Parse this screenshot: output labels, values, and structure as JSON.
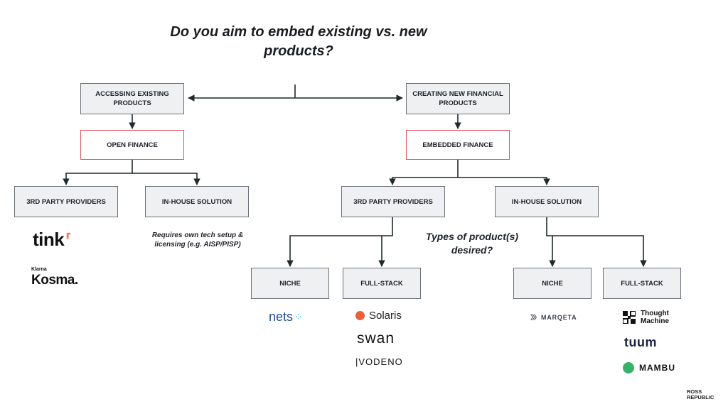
{
  "title": "Do you aim to embed existing vs. new products?",
  "boxes": {
    "accessing_existing": "ACCESSING EXISTING PRODUCTS",
    "creating_new": "CREATING NEW FINANCIAL PRODUCTS",
    "open_finance": "OPEN FINANCE",
    "embedded_finance": "EMBEDDED FINANCE",
    "left_third_party": "3RD PARTY PROVIDERS",
    "left_in_house": "IN-HOUSE SOLUTION",
    "right_third_party": "3RD PARTY PROVIDERS",
    "right_in_house": "IN-HOUSE SOLUTION",
    "niche_a": "NICHE",
    "fullstack_a": "FULL-STACK",
    "niche_b": "NICHE",
    "fullstack_b": "FULL-STACK"
  },
  "note_in_house": "Requires own tech setup & licensing (e.g. AISP/PISP)",
  "question_types": "Types of product(s) desired?",
  "logos": {
    "tink": "tink",
    "klarna": "Klarna",
    "kosma": "Kosma.",
    "nets": "nets",
    "solaris": "Solaris",
    "swan": "swan",
    "vodeno": "|VODENO",
    "marqeta": "MARQETA",
    "thought_machine_line1": "Thought",
    "thought_machine_line2": "Machine",
    "tuum": "tuum",
    "mambu": "MAMBU",
    "ross_line1": "ROSS",
    "ross_line2": "REPUBLIC"
  },
  "colors": {
    "box_fill": "#eef0f2",
    "box_border": "#6b7077",
    "highlight_border": "#e0555b",
    "connector": "#1f2a2a"
  }
}
